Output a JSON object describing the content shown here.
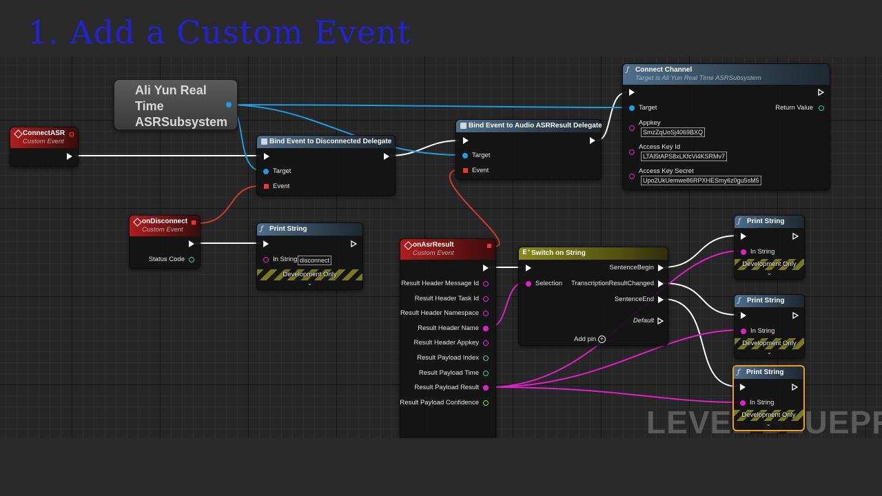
{
  "slide_title": "1. Add a Custom Event",
  "watermark": "LEVEL BLUEPRINT",
  "colors": {
    "exec": "#ffffff",
    "object": "#1e9ee0",
    "string": "#e020c8",
    "integer": "#2ad0a0",
    "float": "#90e020",
    "delegate": "#e03030"
  },
  "nodes": {
    "subsystem": {
      "title": "Ali Yun Real Time ASRSubsystem"
    },
    "connect_asr": {
      "title": "ConnectASR",
      "subtitle": "Custom Event"
    },
    "bind_disconnected": {
      "title": "Bind Event to Disconnected Delegate",
      "target": "Target",
      "event": "Event"
    },
    "bind_audio": {
      "title": "Bind Event to Audio ASRResult Delegate",
      "target": "Target",
      "event": "Event"
    },
    "connect_channel": {
      "title": "Connect Channel",
      "subtitle": "Target is Ali Yun Real Time ASRSubsystem",
      "target": "Target",
      "return_value": "Return Value",
      "appkey_label": "Appkey",
      "appkey_value": "SmzZqUoSj4069BXQ",
      "access_key_id_label": "Access Key Id",
      "access_key_id_value": "LTAI5tAPS8xLKfcVi4KSRMv7",
      "access_key_secret_label": "Access Key Secret",
      "access_key_secret_value": "Upo2UkUemwe86RPXHESmy6z0gu5sM5"
    },
    "on_disconnect": {
      "title": "onDisconnect",
      "subtitle": "Custom Event",
      "status_code": "Status Code"
    },
    "print_disconnect": {
      "title": "Print String",
      "in_string": "In String",
      "in_string_value": "disconnect",
      "dev_only": "Development Only"
    },
    "on_asr_result": {
      "title": "onAsrResult",
      "subtitle": "Custom Event",
      "outputs": [
        "Result Header Message Id",
        "Result Header Task Id",
        "Result Header  Namespace",
        "Result Header Name",
        "Result Header Appkey",
        "Result Payload Index",
        "Result Payload Time",
        "Result Payload Result",
        "Result Payload Confidence"
      ]
    },
    "switch": {
      "title": "Switch on String",
      "selection": "Selection",
      "outputs": [
        "SentenceBegin",
        "TranscriptionResultChanged",
        "SentenceEnd"
      ],
      "default": "Default",
      "add_pin": "Add pin"
    },
    "print_1": {
      "title": "Print String",
      "in_string": "In String",
      "dev_only": "Development Only"
    },
    "print_2": {
      "title": "Print String",
      "in_string": "In String",
      "dev_only": "Development Only"
    },
    "print_3": {
      "title": "Print String",
      "in_string": "In String",
      "dev_only": "Development Only"
    }
  }
}
